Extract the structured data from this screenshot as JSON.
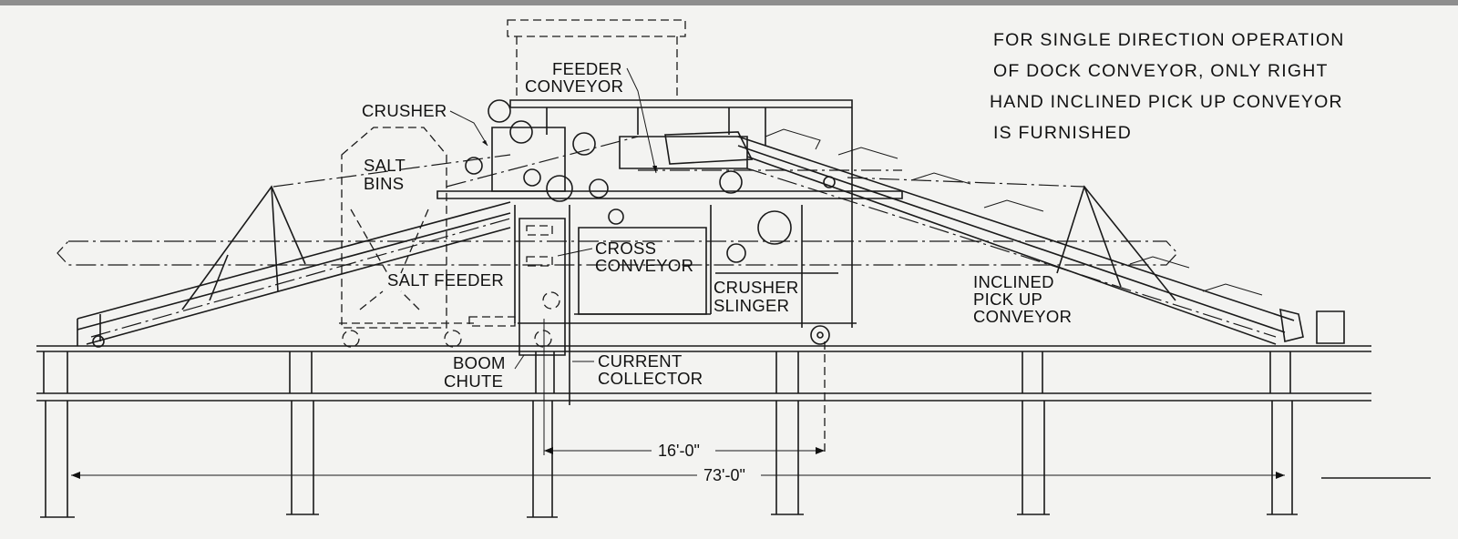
{
  "note": {
    "lines": [
      "FOR SINGLE DIRECTION OPERATION",
      "OF DOCK CONVEYOR, ONLY RIGHT",
      "HAND INCLINED PICK UP CONVEYOR",
      "IS FURNISHED"
    ]
  },
  "labels": {
    "crusher": "CRUSHER",
    "salt_bins": [
      "SALT",
      "BINS"
    ],
    "feeder_conveyor": [
      "FEEDER",
      "CONVEYOR"
    ],
    "cross_conveyor": [
      "CROSS",
      "CONVEYOR"
    ],
    "salt_feeder": "SALT FEEDER",
    "crusher_slinger": [
      "CRUSHER",
      "SLINGER"
    ],
    "boom_chute": [
      "BOOM",
      "CHUTE"
    ],
    "current_collector": [
      "CURRENT",
      "COLLECTOR"
    ],
    "inclined_pick_up_conveyor": [
      "INCLINED",
      "PICK UP",
      "CONVEYOR"
    ]
  },
  "dimensions": {
    "rail_gauge": "16'-0\"",
    "overall_length": "73'-0\""
  }
}
